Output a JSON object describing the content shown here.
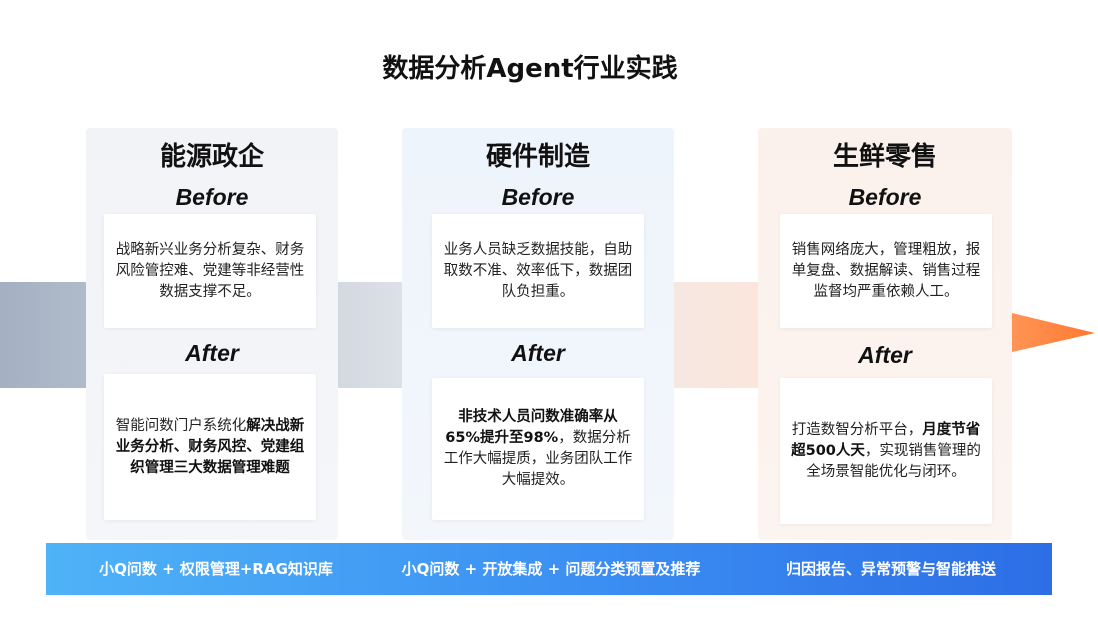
{
  "title": "数据分析Agent行业实践",
  "columns": [
    {
      "name": "能源政企",
      "before_tag": "Before",
      "before_text": "战略新兴业务分析复杂、财务风险管控难、党建等非经营性数据支撑不足。",
      "after_tag": "After",
      "after_plain_1": "智能问数门户系统化",
      "after_bold_1": "解决战新业务分析、财务风控、党建组织管理三大数据管理难题",
      "after_plain_2": "",
      "after_bold_2": "",
      "after_plain_3": ""
    },
    {
      "name": "硬件制造",
      "before_tag": "Before",
      "before_text": "业务人员缺乏数据技能，自助取数不准、效率低下，数据团队负担重。",
      "after_tag": "After",
      "after_plain_1": "",
      "after_bold_1": "非技术人员问数准确率从65%提升至98%",
      "after_plain_2": "，数据分析工作大幅提质，业务团队工作大幅提效。",
      "after_bold_2": "",
      "after_plain_3": ""
    },
    {
      "name": "生鲜零售",
      "before_tag": "Before",
      "before_text": "销售网络庞大，管理粗放，报单复盘、数据解读、销售过程监督均严重依赖人工。",
      "after_tag": "After",
      "after_plain_1": "打造数智分析平台，",
      "after_bold_1": "月度节省超500人天",
      "after_plain_2": "，实现销售管理的全场景智能优化与闭环。",
      "after_bold_2": "",
      "after_plain_3": ""
    }
  ],
  "bottom_bar": {
    "items": [
      "小Q问数 + 权限管理+RAG知识库",
      "小Q问数 + 开放集成 + 问题分类预置及推荐",
      "归因报告、异常预警与智能推送"
    ]
  },
  "colors": {
    "arrow_start": "#9aa8bb",
    "arrow_end": "#ff7a2f",
    "bar_start": "#4fb3f7",
    "bar_end": "#2d6ee6"
  }
}
